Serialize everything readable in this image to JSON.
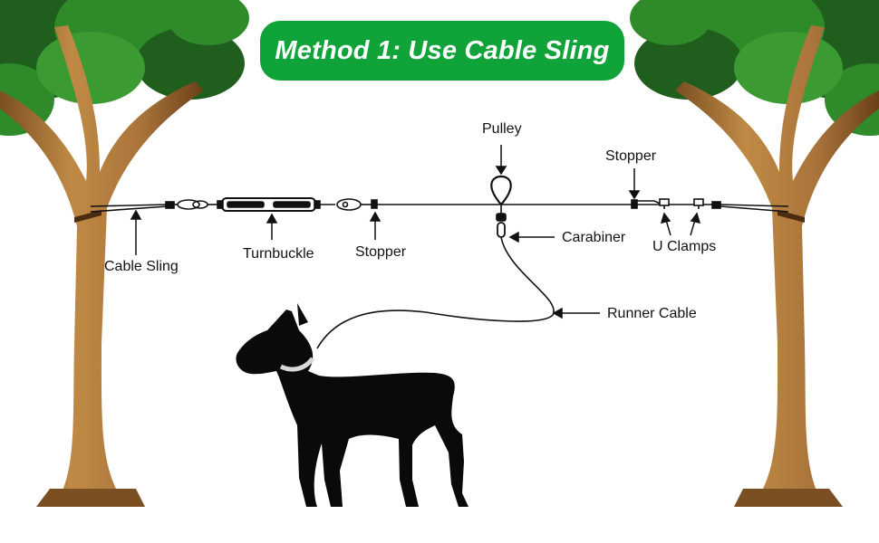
{
  "title": "Method 1: Use Cable Sling",
  "labels": {
    "pulley": "Pulley",
    "stopper_right": "Stopper",
    "carabiner": "Carabiner",
    "u_clamps": "U Clamps",
    "runner_cable": "Runner Cable",
    "cable_sling": "Cable Sling",
    "turnbuckle": "Turnbuckle",
    "stopper_left": "Stopper"
  },
  "colors": {
    "title_bg": "#0fa33a",
    "title_text": "#ffffff",
    "tree_trunk": "#b07a38",
    "tree_trunk_dark": "#7a4f22",
    "foliage": "#2f8a2a",
    "foliage_dark": "#1f5e1c",
    "dog": "#0a0a0a",
    "line": "#111111"
  }
}
